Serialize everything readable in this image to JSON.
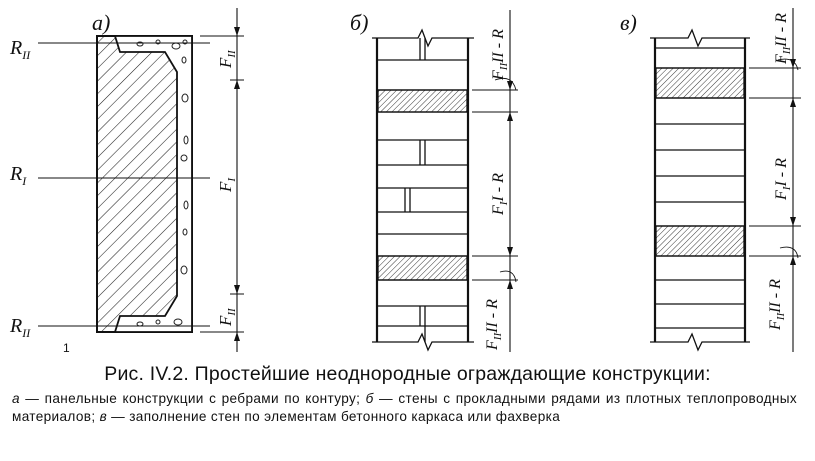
{
  "panels": {
    "a": {
      "letter": "а)",
      "labels": {
        "r_top": "R",
        "r_top_sub": "II",
        "r_mid": "R",
        "r_mid_sub": "I",
        "r_bot": "R",
        "r_bot_sub": "II",
        "f_top": "F",
        "f_top_sub": "II",
        "f_mid": "F",
        "f_mid_sub": "I",
        "f_bot": "F",
        "f_bot_sub": "II",
        "mark": "1"
      }
    },
    "b": {
      "letter": "б)",
      "labels": {
        "top": "F",
        "top_rest": "II - R",
        "top_sub": "II",
        "mid": "F",
        "mid_rest": "I - R",
        "mid_sub": "I",
        "bot": "F",
        "bot_rest": "II - R",
        "bot_sub": "II"
      }
    },
    "c": {
      "letter": "в)",
      "labels": {
        "top": "F",
        "top_rest": "II - R",
        "top_sub": "II",
        "mid": "F",
        "mid_rest": "I - R",
        "mid_sub": "I",
        "bot": "F",
        "bot_rest": "II - R",
        "bot_sub": "II"
      }
    }
  },
  "caption": {
    "title": "Рис. IV.2. Простейшие неоднородные ограждающие конструкции:",
    "a_letter": "а",
    "a_text": " — панельные конструкции с ребрами по контуру; ",
    "b_letter": "б",
    "b_text": " — стены с прокладными рядами из плотных теплопроводных материалов; ",
    "c_letter": "в",
    "c_text": " — заполнение стен по элементам бетонного каркаса или фахверка"
  }
}
